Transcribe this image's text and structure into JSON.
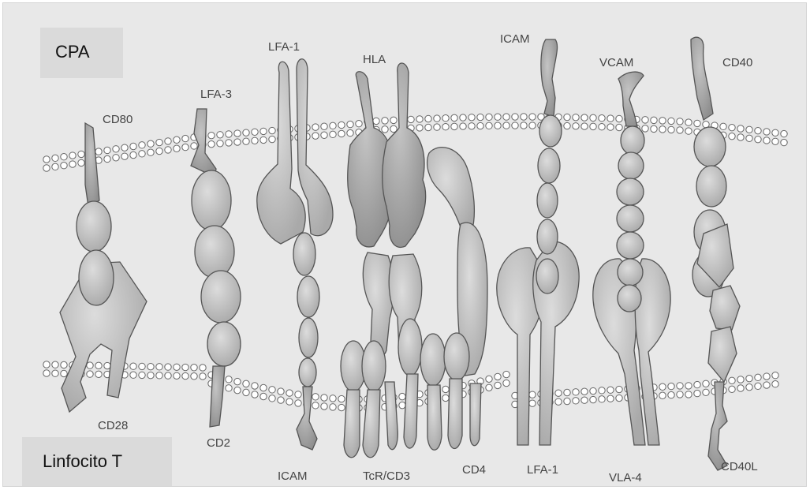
{
  "regions": {
    "apc_label": "CPA",
    "tcell_label": "Linfocito T"
  },
  "labels": {
    "cd80": "CD80",
    "cd28": "CD28",
    "lfa3": "LFA-3",
    "cd2": "CD2",
    "lfa1_top": "LFA-1",
    "icam_bottom": "ICAM",
    "hla": "HLA",
    "tcr_cd3": "TcR/CD3",
    "cd4": "CD4",
    "icam_top": "ICAM",
    "lfa1_bottom": "LFA-1",
    "vcam": "VCAM",
    "vla4": "VLA-4",
    "cd40": "CD40",
    "cd40l": "CD40L"
  },
  "colors": {
    "background": "#e8e8e8",
    "label_box": "#dadada",
    "molecule_fill": "#bdbdbd",
    "molecule_dark": "#a6a6a6",
    "outline": "#555555",
    "lipid": "#ffffff"
  }
}
